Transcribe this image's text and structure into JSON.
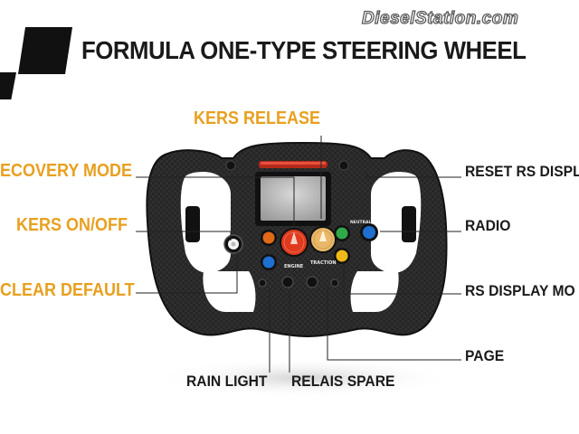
{
  "header": {
    "title": "FORMULA ONE-TYPE STEERING WHEEL",
    "watermark_text": "DieselStation.com"
  },
  "labels": {
    "kers_release": "KERS RELEASE",
    "recovery_mode": "ECOVERY MODE",
    "kers_on_off": "KERS ON/OFF",
    "clear_default": "CLEAR DEFAULT",
    "reset_rs_display": "RESET RS DISPL",
    "radio": "RADIO",
    "rs_display_mode": "RS DISPLAY MO",
    "page": "PAGE",
    "rain_light": "RAIN LIGHT",
    "relais_spare": "RELAIS SPARE"
  },
  "wheel_text": {
    "engine": "ENGINE",
    "traction": "TRACTION",
    "neutral": "NEUTRAL"
  },
  "colors": {
    "accent_orange": "#e8a020",
    "text_dark": "#1a1a1a",
    "wheel_body": "#1e1e1e",
    "dial_red": "#e03a1e",
    "dial_gold": "#e8b868",
    "button_orange": "#e06a18",
    "button_blue": "#1f6fd0",
    "button_green": "#2fa84a",
    "button_yellow": "#f0b818",
    "button_white": "#f4f4f4"
  }
}
